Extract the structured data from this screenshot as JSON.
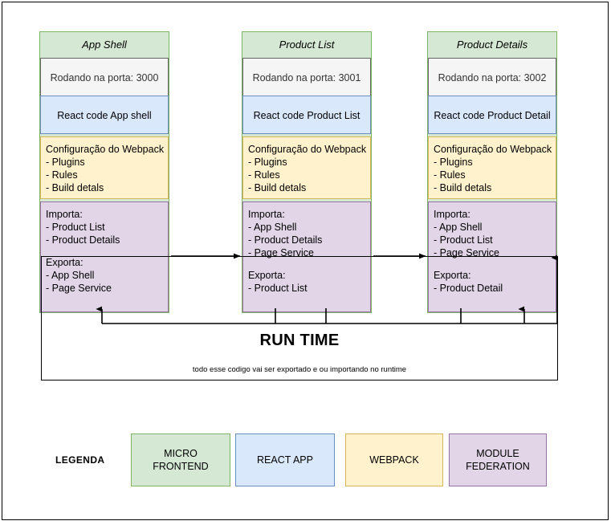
{
  "diagram": {
    "columns": [
      {
        "title": "App Shell",
        "port": "Rodando na porta: 3000",
        "react": "React code App shell",
        "webpack": {
          "heading": "Configuração do Webpack",
          "items": [
            "- Plugins",
            "- Rules",
            "- Build detals"
          ]
        },
        "federation": {
          "imports_heading": "Importa:",
          "imports": [
            "- Product List",
            "- Product Details"
          ],
          "exports_heading": "Exporta:",
          "exports": [
            "- App Shell",
            "- Page Service"
          ]
        }
      },
      {
        "title": "Product List",
        "port": "Rodando na porta: 3001",
        "react": "React code Product List",
        "webpack": {
          "heading": "Configuração do Webpack",
          "items": [
            "- Plugins",
            "- Rules",
            "- Build detals"
          ]
        },
        "federation": {
          "imports_heading": "Importa:",
          "imports": [
            "- App Shell",
            "- Product Details",
            "- Page Service"
          ],
          "exports_heading": "Exporta:",
          "exports": [
            "- Product List"
          ]
        }
      },
      {
        "title": "Product Details",
        "port": "Rodando na porta: 3002",
        "react": "React code Product Detail",
        "webpack": {
          "heading": "Configuração do Webpack",
          "items": [
            "- Plugins",
            "- Rules",
            "- Build detals"
          ]
        },
        "federation": {
          "imports_heading": "Importa:",
          "imports": [
            "- App Shell",
            "- Product List",
            "- Page Service"
          ],
          "exports_heading": "Exporta:",
          "exports": [
            "- Product Detail"
          ]
        }
      }
    ],
    "runtime": {
      "title": "RUN TIME",
      "subtitle": "todo esse codigo vai ser exportado e ou importando no runtime"
    },
    "legend": {
      "label": "LEGENDA",
      "chips": [
        {
          "text": "MICRO FRONTEND",
          "fill": "#d5e8d4",
          "stroke": "#82b366"
        },
        {
          "text": "REACT APP",
          "fill": "#dae8fc",
          "stroke": "#6c8ebf"
        },
        {
          "text": "WEBPACK",
          "fill": "#fff2cc",
          "stroke": "#d6b656"
        },
        {
          "text": "MODULE FEDERATION",
          "fill": "#e1d5e7",
          "stroke": "#9673a6"
        }
      ]
    },
    "colors": {
      "micro_frontend": "#d5e8d4",
      "react_app": "#dae8fc",
      "webpack": "#fff2cc",
      "module_federation": "#e1d5e7",
      "port_box": "#f5f5f5",
      "connector": "#000000"
    }
  }
}
